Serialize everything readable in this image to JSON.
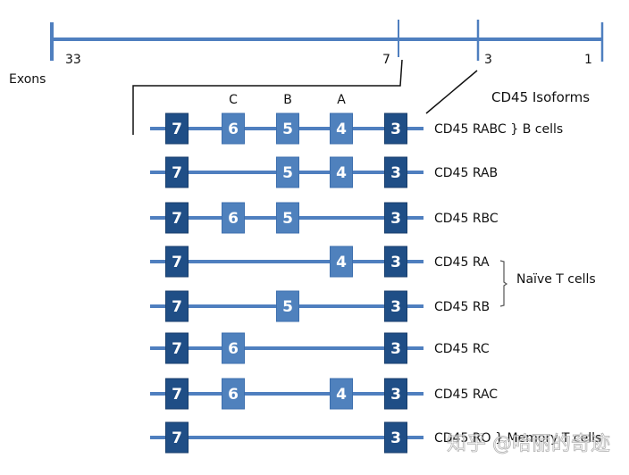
{
  "colors": {
    "line": "#4f7fbf",
    "constitutive_exon": "#1f4e86",
    "variable_exon": "#4f81bd",
    "exon_text": "#ffffff",
    "bracket": "#111111"
  },
  "gene_axis": {
    "label": "Exons",
    "ticks": [
      {
        "exon": "33",
        "label": "33"
      },
      {
        "exon": "7",
        "label": "7"
      },
      {
        "exon": "3",
        "label": "3"
      },
      {
        "exon": "1",
        "label": "1"
      }
    ]
  },
  "title": "CD45 Isoforms",
  "exon_column_letters": [
    {
      "exon": "6",
      "letter": "C"
    },
    {
      "exon": "5",
      "letter": "B"
    },
    {
      "exon": "4",
      "letter": "A"
    }
  ],
  "exon_order": [
    "7",
    "6",
    "5",
    "4",
    "3"
  ],
  "constitutive_exons": [
    "7",
    "3"
  ],
  "isoforms": [
    {
      "name": "CD45 RABC",
      "exons": [
        "7",
        "6",
        "5",
        "4",
        "3"
      ],
      "group_note": "} B cells"
    },
    {
      "name": "CD45 RAB",
      "exons": [
        "7",
        "5",
        "4",
        "3"
      ]
    },
    {
      "name": "CD45 RBC",
      "exons": [
        "7",
        "6",
        "5",
        "3"
      ]
    },
    {
      "name": "CD45 RA",
      "exons": [
        "7",
        "4",
        "3"
      ]
    },
    {
      "name": "CD45 RB",
      "exons": [
        "7",
        "5",
        "3"
      ]
    },
    {
      "name": "CD45 RC",
      "exons": [
        "7",
        "6",
        "3"
      ]
    },
    {
      "name": "CD45 RAC",
      "exons": [
        "7",
        "6",
        "4",
        "3"
      ]
    },
    {
      "name": "CD45 RO",
      "exons": [
        "7",
        "3"
      ],
      "group_note": "} Memory T cells"
    }
  ],
  "groups": [
    {
      "label": "Naïve T cells",
      "isoforms": [
        "CD45 RA",
        "CD45 RB"
      ]
    }
  ],
  "watermark": "知乎 @哈丽的奇迹"
}
